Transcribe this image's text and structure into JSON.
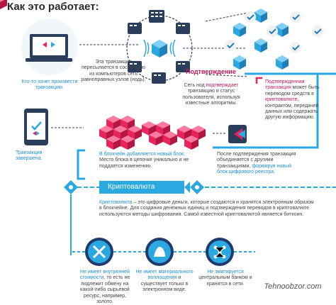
{
  "title": "Как это работает:",
  "step1": {
    "text": "Кто-то хочет произвести транзакцию."
  },
  "step2": {
    "text": "Эта транзакция пересылается в состоящую из компьютеров сеть равноправных узлов (нодь)."
  },
  "confirm_label": "Подтверждение",
  "step3": {
    "text_a": "Сеть нод ",
    "text_b": "подтверждает",
    "text_c": " транзакцию и статус пользователя, используя известные алгоритмы."
  },
  "step4": {
    "text_a": "Подтвержденная транзакция",
    "text_b": " может быть переводом средств в ",
    "text_c": "криптовалюте",
    "text_d": ", контрактом, передачей данных или содержать другую информацию."
  },
  "step5": {
    "text": "Транзакция завершена."
  },
  "step6": {
    "text_a": "В блокчейн добавляется новый блок.",
    "text_b": " Место блока в цепочке уникально и не поддается изменению."
  },
  "step7": {
    "text_a": "После подтверждения транзакция объединяется с другими транзакциями, ",
    "text_b": "формируя новый блок цифрового реестра."
  },
  "crypto_label": "Криптовалюта",
  "crypto_desc": {
    "text_a": "Криптовалюта",
    "text_b": " – это цифровые деньги, которые создаются и хранятся электронным образом в блокчейне. Для создания денежных единиц и подтверждения переводов в криптовалюте используются методы шифрования. Самой известной криптовалютой является биткоин."
  },
  "bottom": [
    {
      "head": "Не имеет внутренней стоимости,",
      "rest": " то есть не подлежит обмену на какой-либо сырьевой ресурс, например, золото."
    },
    {
      "head": "Не имеет материального воплощения",
      "rest": " и существует только в электронном виде."
    },
    {
      "head": "Не эмитируется",
      "rest": " центральным банком и хранится в сети."
    }
  ],
  "watermark": "Tehnoobzor.com",
  "colors": {
    "accent_blue": "#2aa8e0",
    "magenta": "#e8245d",
    "navy": "#2a3e5c",
    "dark_blue": "#1f3a6d"
  }
}
